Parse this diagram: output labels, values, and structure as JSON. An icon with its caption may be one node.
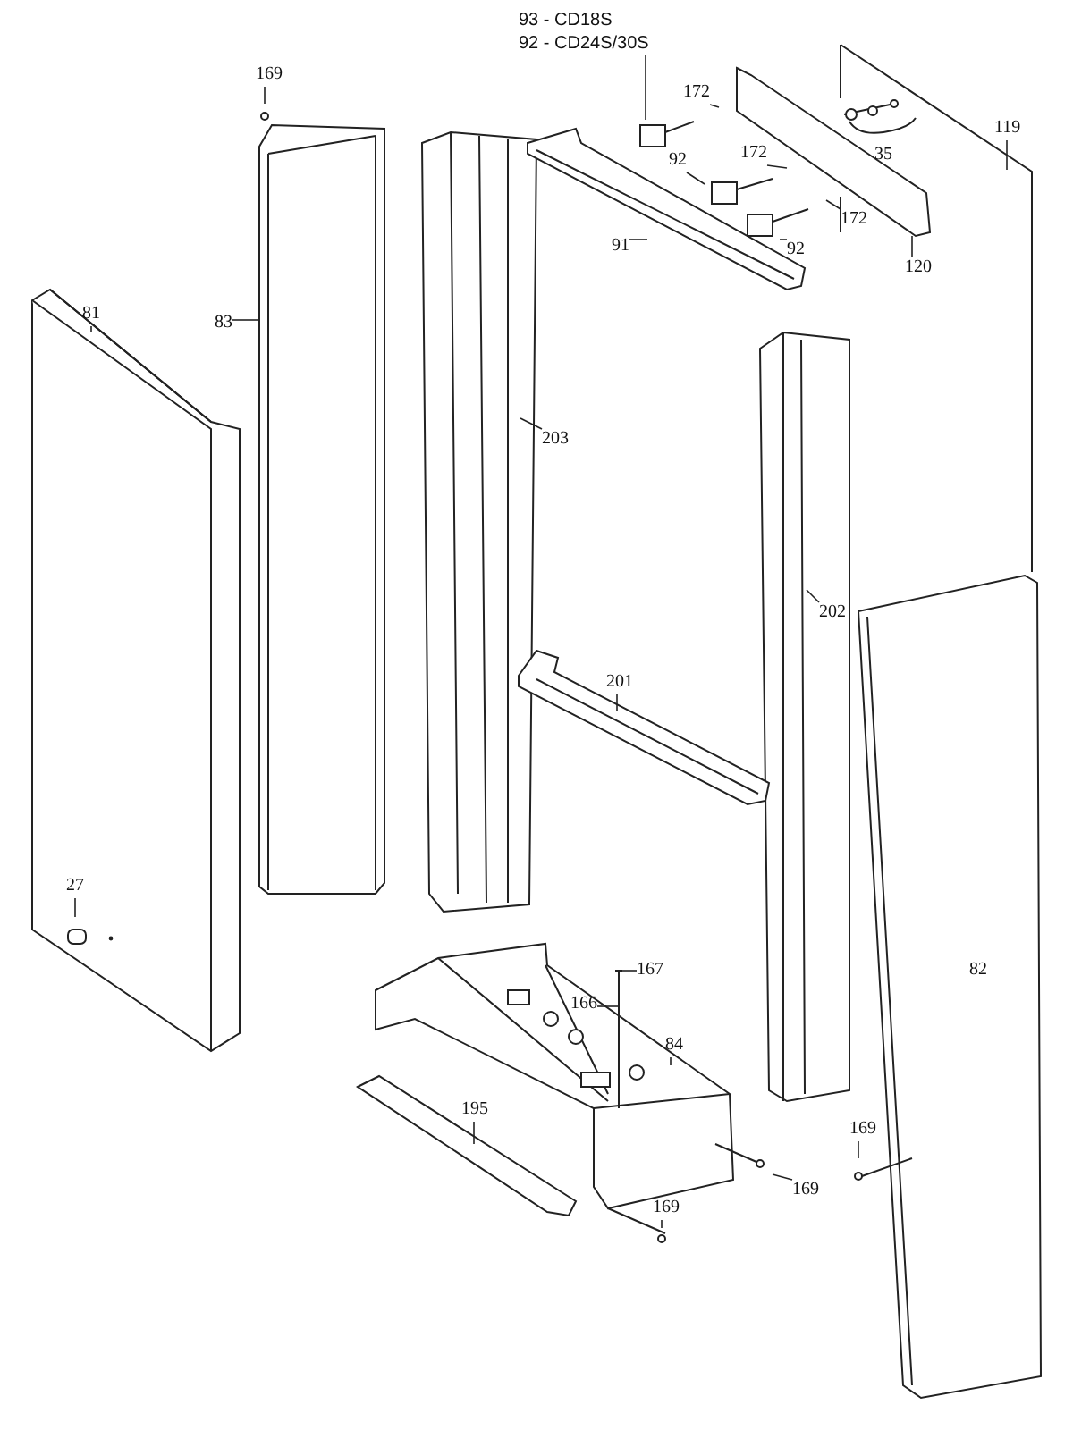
{
  "diagram": {
    "nodes": [
      {
        "text": [
          "93 - CD18S",
          "92 - CD24S/30S"
        ]
      },
      {
        "text": [
          "172"
        ]
      },
      {
        "text": [
          "119"
        ]
      },
      {
        "text": [
          "172"
        ]
      },
      {
        "text": [
          "92"
        ]
      },
      {
        "text": [
          "172"
        ]
      },
      {
        "text": [
          "92"
        ]
      },
      {
        "text": [
          "91"
        ]
      },
      {
        "text": [
          "120"
        ]
      },
      {
        "text": [
          "169"
        ]
      },
      {
        "text": [
          "81"
        ]
      },
      {
        "text": [
          "83"
        ]
      },
      {
        "text": [
          "203"
        ]
      },
      {
        "text": [
          "202"
        ]
      },
      {
        "text": [
          "201"
        ]
      },
      {
        "text": [
          "27"
        ]
      },
      {
        "text": [
          "167"
        ]
      },
      {
        "text": [
          "166"
        ]
      },
      {
        "text": [
          "84"
        ]
      },
      {
        "text": [
          "195"
        ]
      },
      {
        "text": [
          "169"
        ]
      },
      {
        "text": [
          "169"
        ]
      },
      {
        "text": [
          "169"
        ]
      }
    ],
    "edges": [
      {
        "from": 0,
        "to": null,
        "arrow": "none"
      },
      {
        "from": 1,
        "to": null,
        "arrow": "none"
      },
      {
        "from": 2,
        "to": null,
        "arrow": "none"
      },
      {
        "from": 3,
        "to": null,
        "arrow": "none"
      },
      {
        "from": 4,
        "to": null,
        "arrow": "none"
      },
      {
        "from": 5,
        "to": null,
        "arrow": "none"
      },
      {
        "from": 6,
        "to": null,
        "arrow": "none"
      },
      {
        "from": 7,
        "to": null,
        "arrow": "none"
      },
      {
        "from": 8,
        "to": null,
        "arrow": "none"
      },
      {
        "from": 9,
        "to": null,
        "arrow": "none"
      },
      {
        "from": 10,
        "to": null,
        "arrow": "none"
      },
      {
        "from": 11,
        "to": null,
        "arrow": "none"
      },
      {
        "from": 12,
        "to": null,
        "arrow": "none"
      },
      {
        "from": 13,
        "to": null,
        "arrow": "none"
      },
      {
        "from": 14,
        "to": null,
        "arrow": "none"
      },
      {
        "from": 15,
        "to": null,
        "arrow": "none"
      },
      {
        "from": 16,
        "to": null,
        "arrow": "none"
      },
      {
        "from": 17,
        "to": null,
        "arrow": "none"
      },
      {
        "from": 18,
        "to": null,
        "arrow": "none"
      },
      {
        "from": 19,
        "to": null,
        "arrow": "none"
      },
      {
        "from": 20,
        "to": null,
        "arrow": "none"
      },
      {
        "from": 21,
        "to": null,
        "arrow": "none"
      },
      {
        "from": 22,
        "to": null,
        "arrow": "none"
      }
    ],
    "labels": [
      "35",
      "82"
    ]
  }
}
